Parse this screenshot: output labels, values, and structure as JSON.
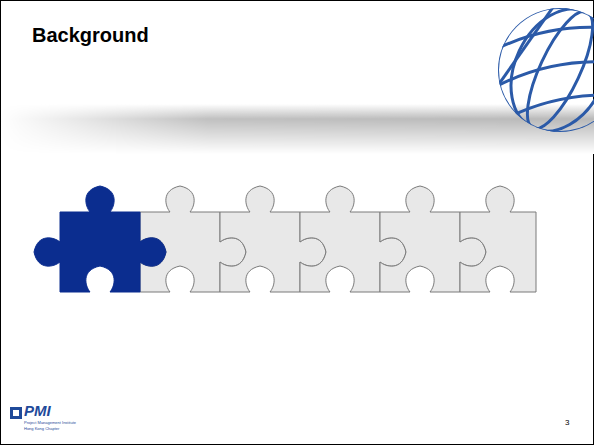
{
  "diagram": {
    "title": "Background",
    "labels": [
      "PMI",
      "Project Management Institute",
      "Hong Kong Chapter",
      "3"
    ]
  }
}
